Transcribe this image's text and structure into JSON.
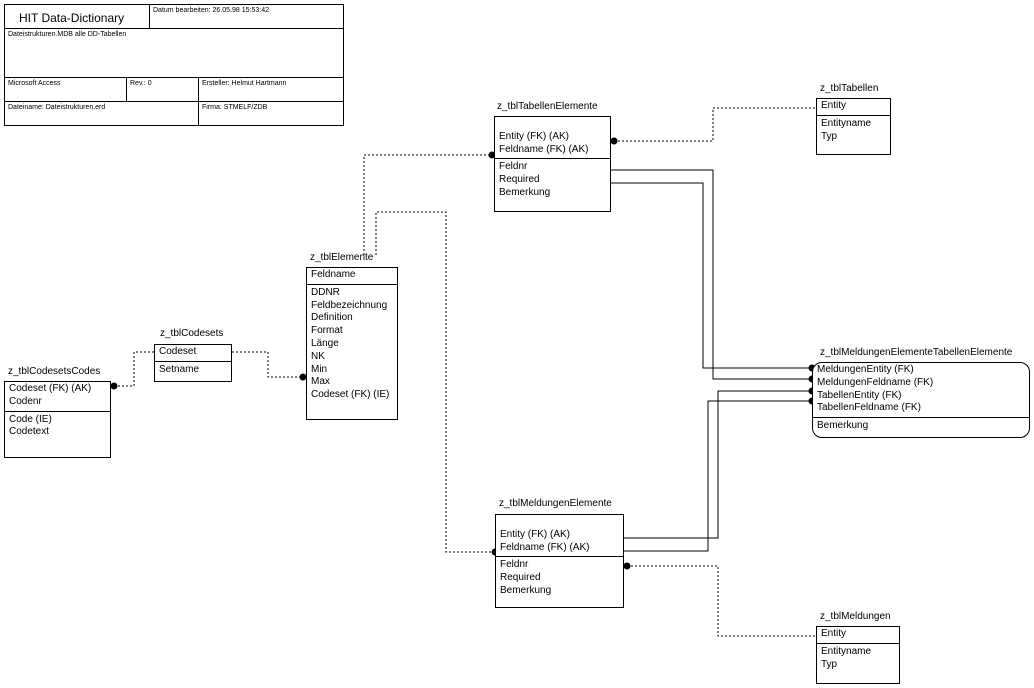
{
  "title_block": {
    "title": "HIT Data-Dictionary",
    "date": "Datum bearbeiten: 26.05.98 15:53:42",
    "description": "Dateistrukturen.MDB alle DD-Tabellen",
    "software": "Microsoft Access",
    "revision": "Rev.: 0",
    "author": "Ersteller: Helmut Hartmann",
    "filename": "Dateiname: Dateistrukturen.erd",
    "company": "Firma: STMELF/ZDB"
  },
  "entities": [
    {
      "id": "tbltabellenelemente",
      "name": "z_tblTabellenElemente",
      "keys": [
        "",
        "Entity (FK) (AK)",
        "Feldname (FK) (AK)"
      ],
      "attrs": [
        "Feldnr",
        "Required",
        "Bemerkung"
      ]
    },
    {
      "id": "tbltabellen",
      "name": "z_tblTabellen",
      "keys": [
        "Entity"
      ],
      "attrs": [
        "Entityname",
        "Typ"
      ]
    },
    {
      "id": "tblelemente",
      "name": "z_tblElemente",
      "keys": [
        "Feldname"
      ],
      "attrs": [
        "DDNR",
        "Feldbezeichnung",
        "Definition",
        "Format",
        "Länge",
        "NK",
        "Min",
        "Max",
        "Codeset (FK) (IE)"
      ]
    },
    {
      "id": "tblcodesets",
      "name": "z_tblCodesets",
      "keys": [
        "Codeset"
      ],
      "attrs": [
        "Setname"
      ]
    },
    {
      "id": "tblcodesetscodes",
      "name": "z_tblCodesetsCodes",
      "keys": [
        "Codeset (FK) (AK)",
        "Codenr"
      ],
      "attrs": [
        "Code (IE)",
        "Codetext"
      ]
    },
    {
      "id": "tblmeldungenelementetabellenelemente",
      "name": "z_tblMeldungenElementeTabellenElemente",
      "keys": [
        "MeldungenEntity (FK)",
        "MeldungenFeldname (FK)",
        "TabellenEntity (FK)",
        "TabellenFeldname (FK)"
      ],
      "attrs": [
        "Bemerkung"
      ]
    },
    {
      "id": "tblmeldungenelemente",
      "name": "z_tblMeldungenElemente",
      "keys": [
        "",
        "Entity (FK) (AK)",
        "Feldname (FK) (AK)"
      ],
      "attrs": [
        "Feldnr",
        "Required",
        "Bemerkung"
      ]
    },
    {
      "id": "tblmeldungen",
      "name": "z_tblMeldungen",
      "keys": [
        "Entity"
      ],
      "attrs": [
        "Entityname",
        "Typ"
      ]
    }
  ]
}
